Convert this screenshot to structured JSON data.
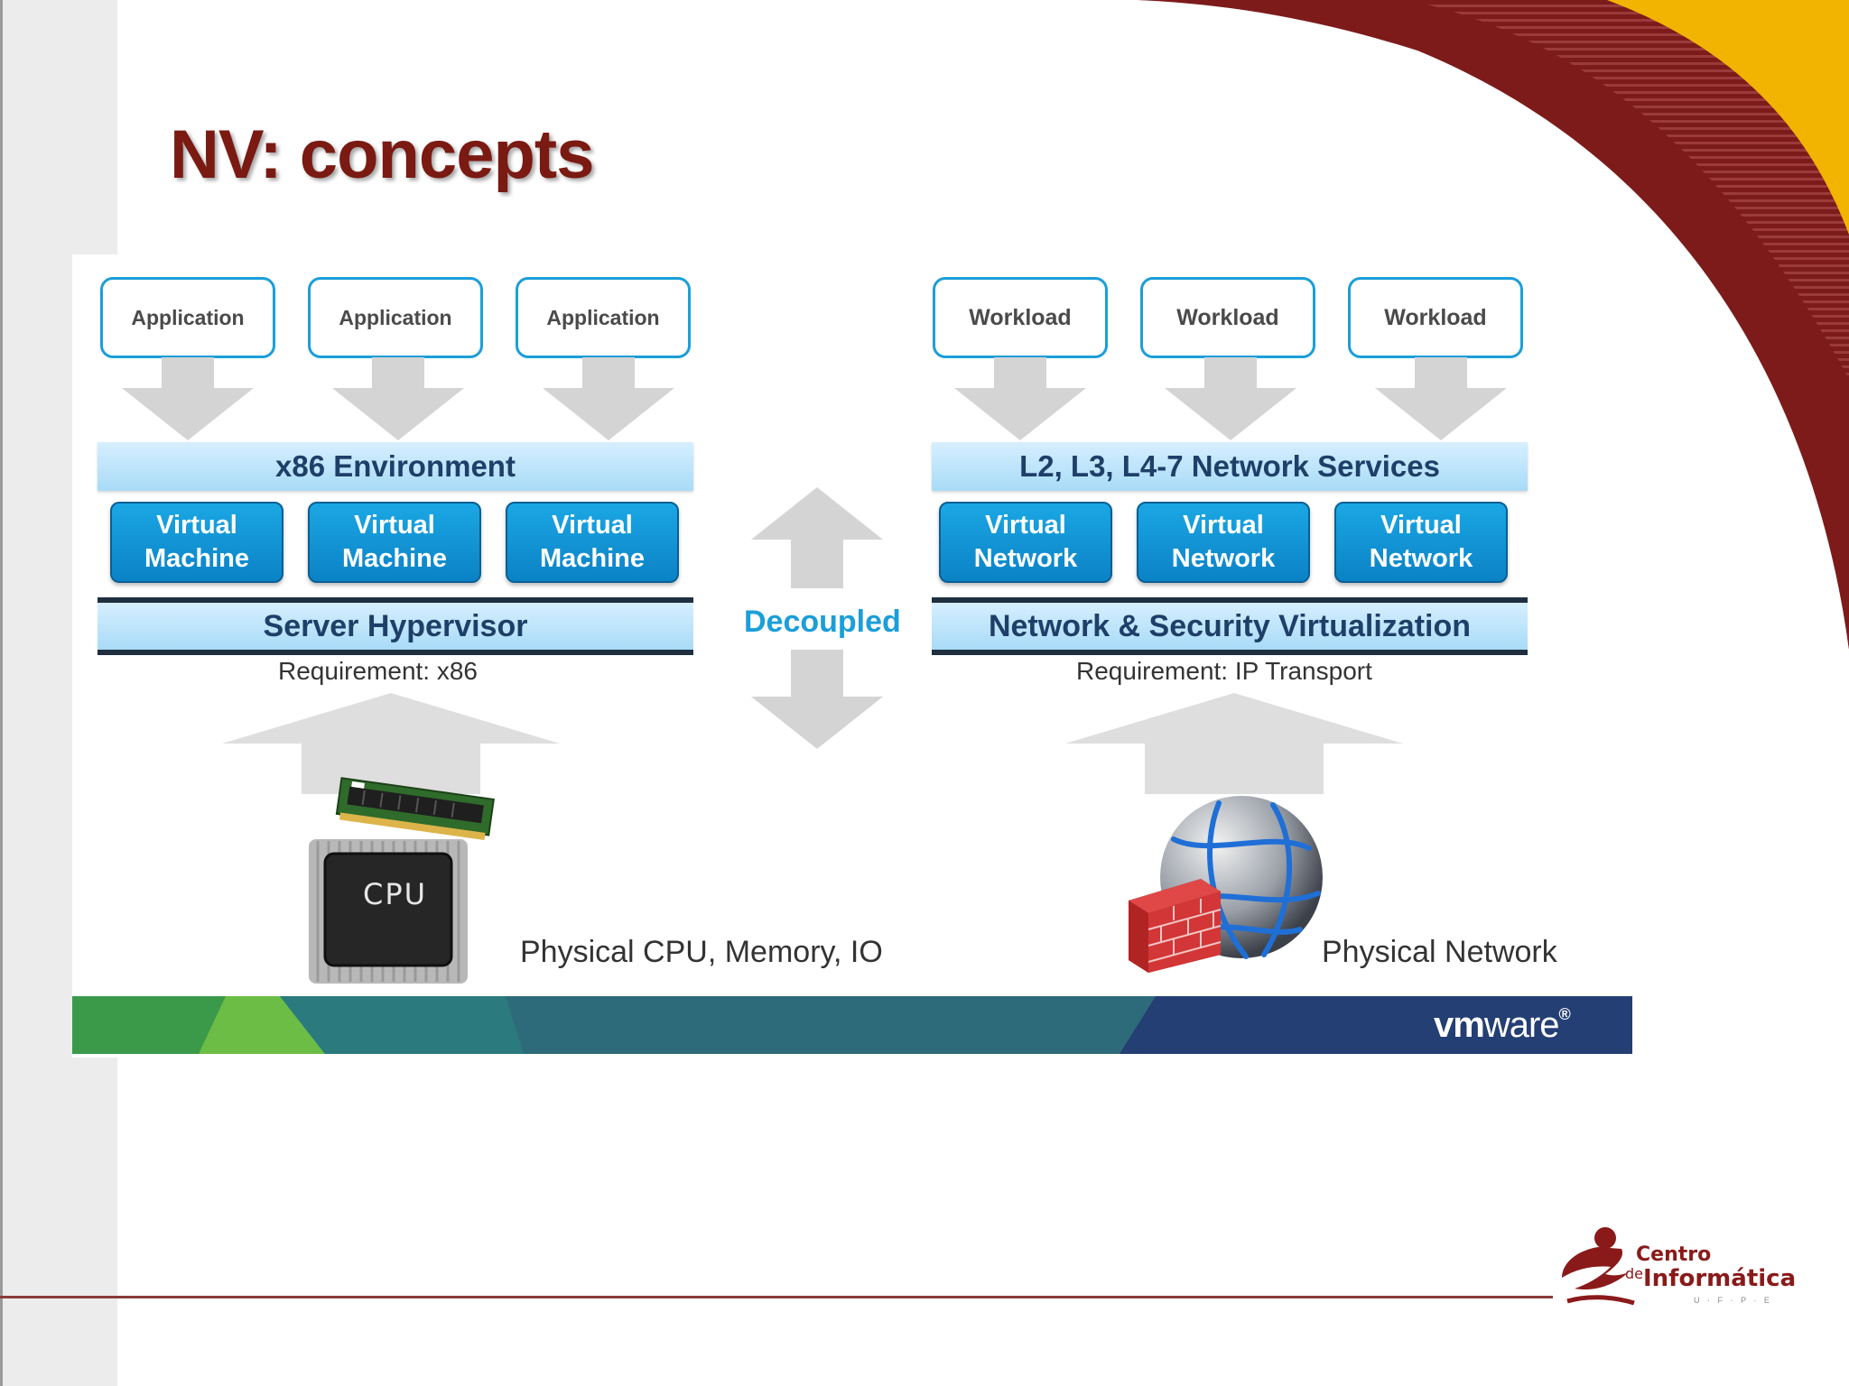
{
  "slide": {
    "title": "NV: concepts"
  },
  "left_stack": {
    "top_boxes": [
      "Application",
      "Application",
      "Application"
    ],
    "environment_label": "x86 Environment",
    "virtual_boxes": [
      {
        "line1": "Virtual",
        "line2": "Machine"
      },
      {
        "line1": "Virtual",
        "line2": "Machine"
      },
      {
        "line1": "Virtual",
        "line2": "Machine"
      }
    ],
    "base_label": "Server Hypervisor",
    "requirement": "Requirement: x86",
    "physical_label": "Physical CPU, Memory, IO",
    "chip_label": "CPU"
  },
  "right_stack": {
    "top_boxes": [
      "Workload",
      "Workload",
      "Workload"
    ],
    "environment_label": "L2, L3, L4-7 Network Services",
    "virtual_boxes": [
      {
        "line1": "Virtual",
        "line2": "Network"
      },
      {
        "line1": "Virtual",
        "line2": "Network"
      },
      {
        "line1": "Virtual",
        "line2": "Network"
      }
    ],
    "base_label": "Network & Security Virtualization",
    "requirement": "Requirement: IP Transport",
    "physical_label": "Physical Network"
  },
  "center": {
    "label": "Decoupled"
  },
  "footer": {
    "brand_left": "vm",
    "brand_right": "ware",
    "brand_mark": "®"
  },
  "logo": {
    "line1": "Centro",
    "line2_prefix": "de",
    "line2": "Informática",
    "line3": "U · F · P · E"
  },
  "colors": {
    "title": "#7a1a12",
    "accent_blue": "#1b9ed9",
    "band": "#a8dbf7",
    "maroon": "#7d1b1b",
    "gold": "#f2b400"
  }
}
